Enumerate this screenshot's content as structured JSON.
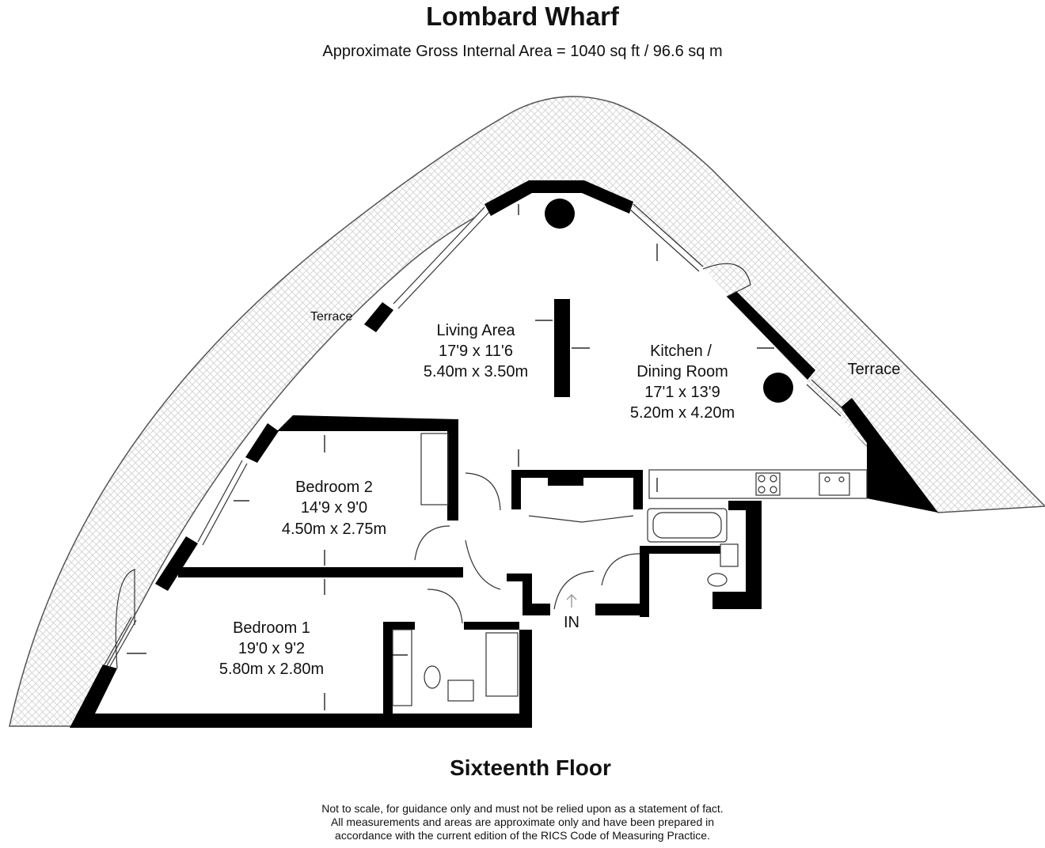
{
  "header": {
    "title": "Lombard Wharf",
    "area": "Approximate Gross Internal Area = 1040 sq ft / 96.6 sq m"
  },
  "rooms": {
    "living": {
      "name": "Living Area",
      "imperial": "17'9 x 11'6",
      "metric": "5.40m x 3.50m"
    },
    "kitchen": {
      "name": "Kitchen /",
      "name2": "Dining Room",
      "imperial": "17'1 x 13'9",
      "metric": "5.20m x 4.20m"
    },
    "bedroom2": {
      "name": "Bedroom 2",
      "imperial": "14'9 x 9'0",
      "metric": "4.50m x 2.75m"
    },
    "bedroom1": {
      "name": "Bedroom 1",
      "imperial": "19'0 x 9'2",
      "metric": "5.80m x 2.80m"
    }
  },
  "terraces": {
    "left": "Terrace",
    "right": "Terrace"
  },
  "entrance": "IN",
  "footer": {
    "floor": "Sixteenth Floor",
    "disclaimer": [
      "Not to scale, for guidance only and must not be relied upon as a statement of fact.",
      "All measurements and areas are approximate only and have been prepared in",
      "accordance with the current edition of the RICS Code of Measuring Practice."
    ]
  },
  "colors": {
    "wall": "#000000",
    "terrace_hatch": "#c9c9c9",
    "background": "#ffffff"
  }
}
